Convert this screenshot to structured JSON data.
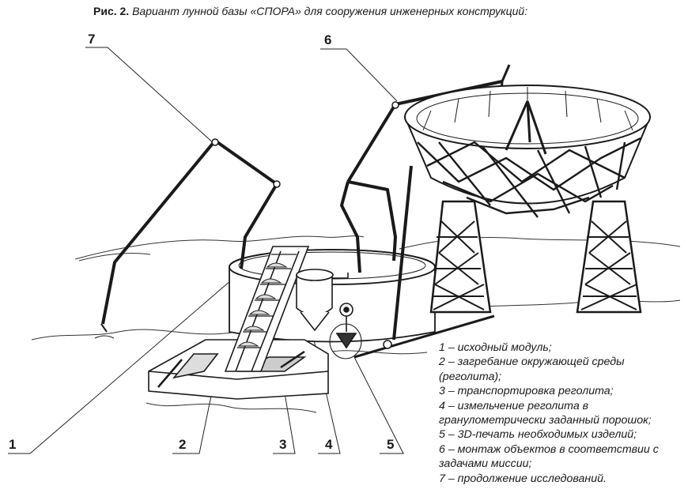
{
  "caption": {
    "label": "Рис. 2.",
    "text": "Вариант лунной базы «СПОРА» для сооружения инженерных конструкций:"
  },
  "callouts": [
    "1",
    "2",
    "3",
    "4",
    "5",
    "6",
    "7"
  ],
  "legend": [
    "1 – исходный модуль;",
    "2 – загребание окружающей среды (реголита);",
    "3 – транспортировка реголита;",
    "4 – измельчение реголита в гранулометрически заданный порошок;",
    "5 – 3D-печать необходимых изделий;",
    "6 – монтаж объектов в соответствии с задачами миссии;",
    "7 – продолжение исследований."
  ]
}
